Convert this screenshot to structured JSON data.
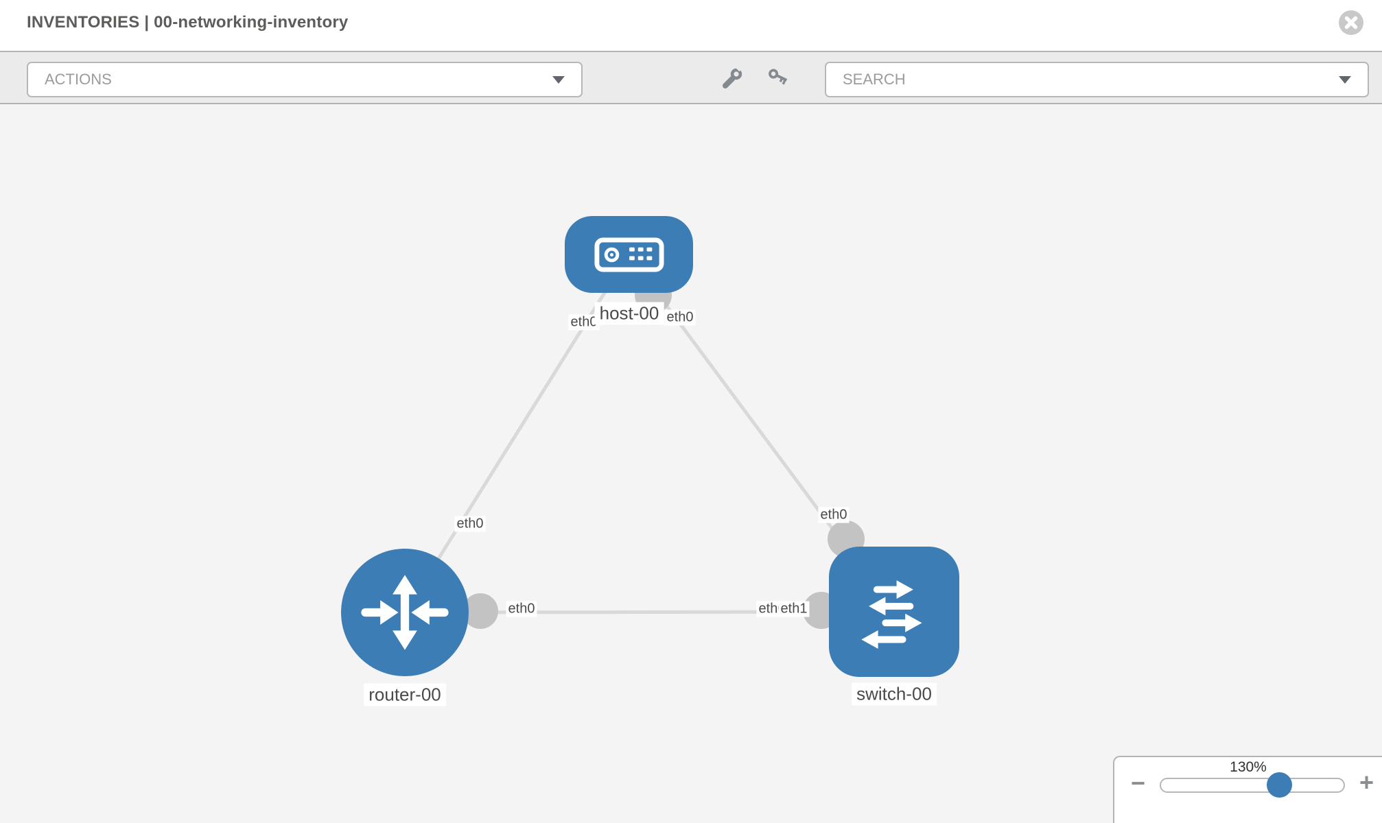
{
  "header": {
    "title": "INVENTORIES | 00-networking-inventory"
  },
  "toolbar": {
    "actions_label": "ACTIONS",
    "search_placeholder": "SEARCH",
    "icons": [
      "wrench-icon",
      "key-icon"
    ]
  },
  "topology": {
    "nodes": [
      {
        "id": "host-00",
        "label": "host-00",
        "type": "host"
      },
      {
        "id": "router-00",
        "label": "router-00",
        "type": "router"
      },
      {
        "id": "switch-00",
        "label": "switch-00",
        "type": "switch"
      }
    ],
    "links": [
      {
        "source": "host-00",
        "target": "router-00",
        "source_interface": "eth0",
        "target_interface": "eth0"
      },
      {
        "source": "host-00",
        "target": "switch-00",
        "source_interface": "eth0",
        "target_interface": "eth0"
      },
      {
        "source": "router-00",
        "target": "switch-00",
        "source_interface": "eth0",
        "target_interface": "eth1"
      }
    ],
    "interface_labels": [
      {
        "label": "eth0",
        "link": "host-00 to router-00",
        "end": "host-00"
      },
      {
        "label": "eth0",
        "link": "host-00 to switch-00",
        "end": "host-00"
      },
      {
        "label": "eth0",
        "link": "host-00 to router-00",
        "end": "router-00"
      },
      {
        "label": "eth0",
        "link": "host-00 to switch-00",
        "end": "switch-00"
      },
      {
        "label": "eth0",
        "link": "router-00 to switch-00",
        "end": "router-00"
      },
      {
        "label": "eth0",
        "link": "router-00 to switch-00",
        "end": "switch-00"
      },
      {
        "label": "eth1",
        "link": "router-00 to switch-00",
        "end": "switch-00"
      }
    ]
  },
  "zoom_control": {
    "level_label": "130%",
    "minus_label": "−",
    "plus_label": "+",
    "slider_percent": 64.5
  },
  "colors": {
    "node_blue": "#3d7db6",
    "link_gray": "#d9d9d9",
    "port_gray": "#c3c3c3",
    "canvas_bg": "#f4f4f4",
    "toolbar_bg": "#ebebeb",
    "border_gray": "#b7b7b7"
  }
}
